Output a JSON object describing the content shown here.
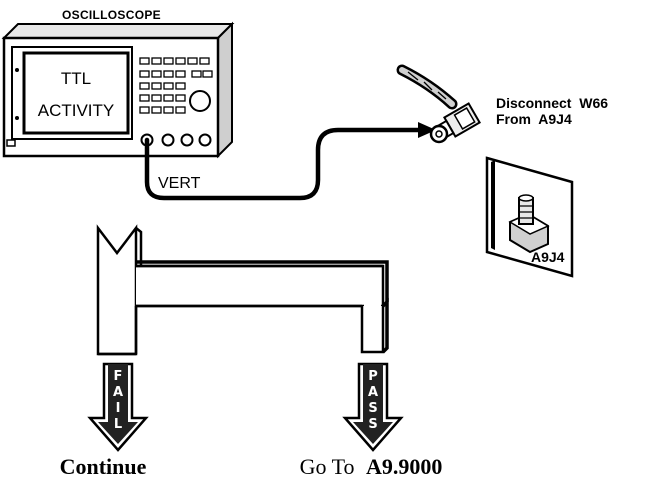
{
  "instrument": {
    "title": "OSCILLOSCOPE",
    "screen_line1": "TTL",
    "screen_line2": "ACTIVITY",
    "probe_label": "VERT"
  },
  "connector": {
    "instruction_line1": "Disconnect  W66",
    "instruction_line2": "From  A9J4",
    "jack_label": "A9J4"
  },
  "decision": {
    "fail_letters": [
      "F",
      "A",
      "I",
      "L"
    ],
    "pass_letters": [
      "P",
      "A",
      "S",
      "S"
    ],
    "fail_caption": "Continue",
    "pass_caption_prefix": "Go To",
    "pass_caption_ref": "A9.9000"
  }
}
